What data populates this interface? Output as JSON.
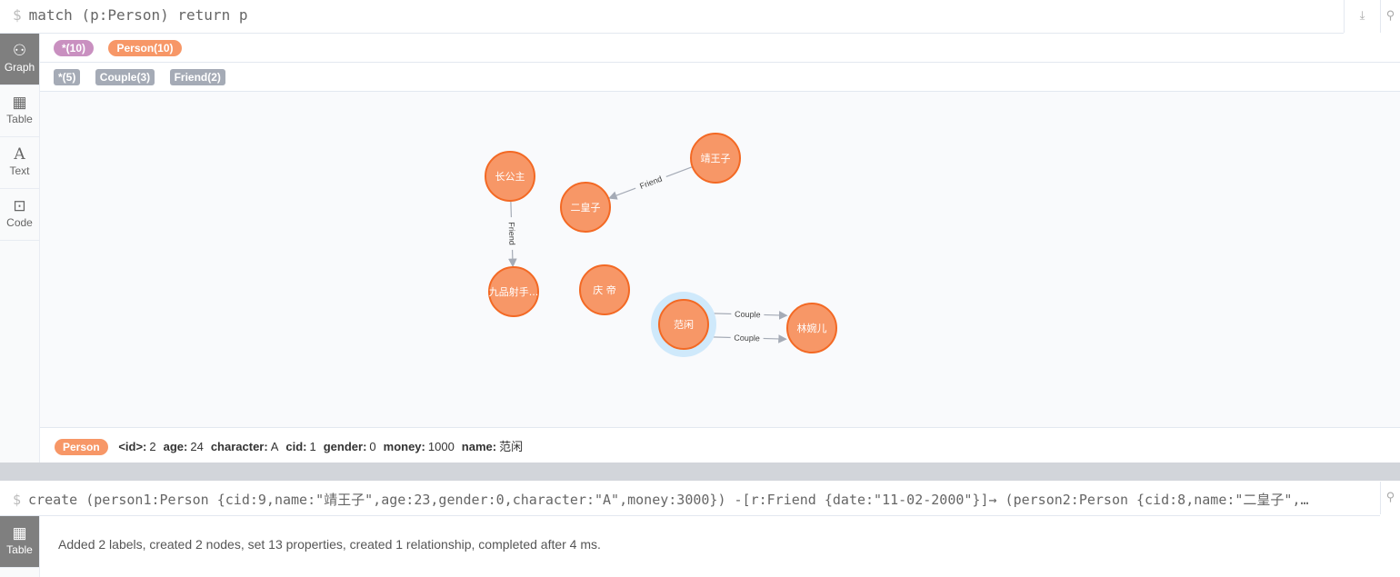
{
  "frame1": {
    "query": "match (p:Person) return p",
    "prompt": "$",
    "actions": {
      "download_icon": "download-icon",
      "pin_icon": "pin-icon"
    },
    "views": [
      {
        "label": "Graph",
        "icon": "graph-icon",
        "active": true
      },
      {
        "label": "Table",
        "icon": "table-icon"
      },
      {
        "label": "Text",
        "icon": "text-icon"
      },
      {
        "label": "Code",
        "icon": "code-icon"
      }
    ],
    "node_labels": [
      {
        "label": "*(10)",
        "color": "#c990c0"
      },
      {
        "label": "Person(10)",
        "color": "#f79767"
      }
    ],
    "rel_types": [
      "*(5)",
      "Couple(3)",
      "Friend(2)"
    ],
    "graph": {
      "node_fill": "#f79767",
      "node_stroke": "#f36924",
      "selected_halo": "#cfe9fb",
      "nodes": [
        "长公主",
        "二皇子",
        "靖王子",
        "九品射手...",
        "庆 帝",
        "范闲",
        "林婉儿"
      ],
      "selected": 5,
      "relationships": [
        {
          "from": 0,
          "to": 3,
          "type": "Friend"
        },
        {
          "from": 2,
          "to": 1,
          "type": "Friend"
        },
        {
          "from": 5,
          "to": 6,
          "type": "Couple"
        },
        {
          "from": 5,
          "to": 6,
          "type": "Couple"
        }
      ]
    },
    "details": {
      "label": "Person",
      "props": [
        {
          "k": "<id>:",
          "v": "2"
        },
        {
          "k": "age:",
          "v": "24"
        },
        {
          "k": "character:",
          "v": "A"
        },
        {
          "k": "cid:",
          "v": "1"
        },
        {
          "k": "gender:",
          "v": "0"
        },
        {
          "k": "money:",
          "v": "1000"
        },
        {
          "k": "name:",
          "v": "范闲"
        }
      ]
    }
  },
  "frame2": {
    "prompt": "$",
    "query": "create (person1:Person {cid:9,name:\"靖王子\",age:23,gender:0,character:\"A\",money:3000}) -[r:Friend {date:\"11-02-2000\"}]→ (person2:Person {cid:8,name:\"二皇子\",…",
    "view": {
      "label": "Table",
      "icon": "table-icon"
    },
    "message": "Added 2 labels, created 2 nodes, set 13 properties, created 1 relationship, completed after 4 ms."
  }
}
